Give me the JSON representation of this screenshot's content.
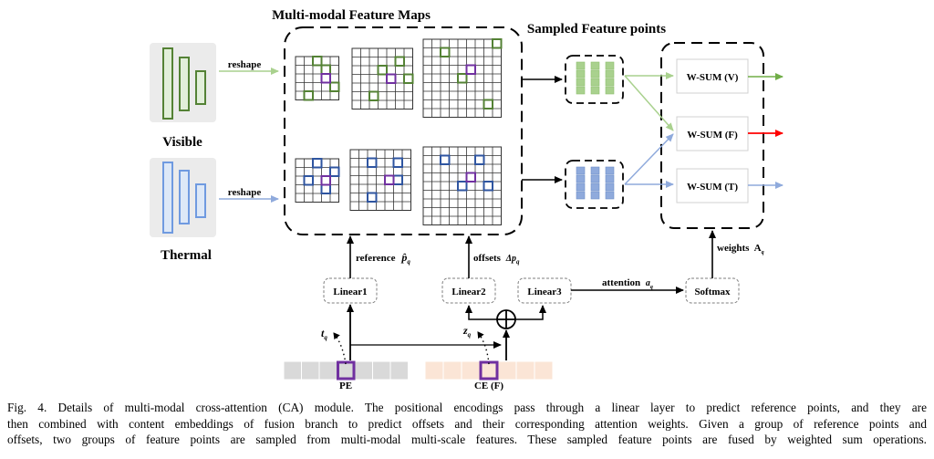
{
  "diagram": {
    "title_feature_maps": "Multi-modal Feature Maps",
    "title_sampled": "Sampled Feature points",
    "modalities": [
      {
        "name": "Visible",
        "color": "#548235",
        "fill": "#e2efda",
        "arrow_color": "#a9d18e",
        "arrow_label": "reshape"
      },
      {
        "name": "Thermal",
        "color": "#6f9ae0",
        "fill": "#dde8f7",
        "arrow_color": "#8faadc",
        "arrow_label": "reshape"
      }
    ],
    "wsum_boxes": [
      {
        "label": "W-SUM (V)",
        "out_color": "#70ad47"
      },
      {
        "label": "W-SUM (F)",
        "out_color": "#ff0000"
      },
      {
        "label": "W-SUM (T)",
        "out_color": "#8faadc"
      }
    ],
    "linear_boxes": [
      "Linear1",
      "Linear2",
      "Linear3"
    ],
    "softmax_label": "Softmax",
    "edge_labels": {
      "reference": "reference",
      "reference_sym": "p̂",
      "reference_sub": "q",
      "offsets": "offsets",
      "offsets_sym": "Δp",
      "offsets_sub": "q",
      "attention": "attention",
      "attention_sym": "a",
      "attention_sub": "q",
      "weights": "weights",
      "weights_sym": "A",
      "weights_sub": "q",
      "t_sym": "t",
      "t_sub": "q",
      "z_sym": "z",
      "z_sub": "q"
    },
    "embeddings": [
      {
        "label": "PE",
        "fill": "#d9d9d9"
      },
      {
        "label": "CE (F)",
        "fill": "#fbe5d6"
      }
    ],
    "highlight_color": "#7030a0",
    "visible_point_color": "#548235",
    "thermal_point_color": "#2f55a0"
  },
  "caption": {
    "lines": [
      "Fig. 4.   Details of multi-modal cross-attention (CA) module. The positional encodings pass through a linear layer to predict reference points, and they are",
      "then combined with content embeddings of fusion branch to predict offsets and their corresponding attention weights. Given a group of reference points and",
      "offsets, two groups of feature points are sampled from multi-modal multi-scale features. These sampled feature points are fused by weighted sum operations."
    ]
  }
}
